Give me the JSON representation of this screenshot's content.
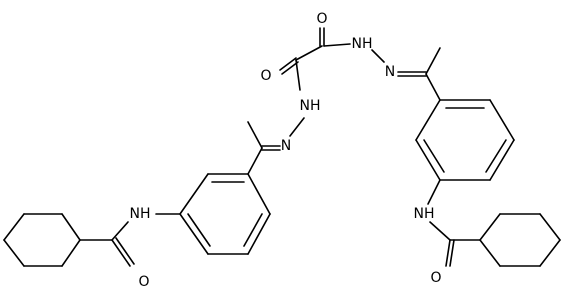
{
  "figure": {
    "type": "chemical-structure",
    "background_color": "#ffffff",
    "line_color": "#000000"
  },
  "atom_labels": {
    "o_oxalyl_top": "O",
    "o_oxalyl_bottom": "O",
    "nh_hydrazide_top": "NH",
    "n_hydrazone_top": "N",
    "nh_hydrazide_left": "NH",
    "n_hydrazone_left": "N",
    "nh_amide_right": "NH",
    "nh_amide_left": "NH",
    "o_amide_left": "O",
    "o_amide_right": "O"
  }
}
